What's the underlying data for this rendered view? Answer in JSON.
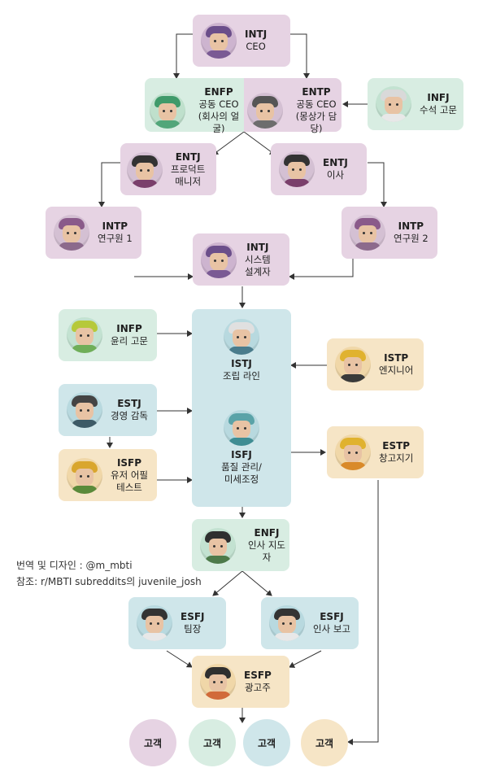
{
  "nodes": {
    "intj_ceo": {
      "type": "INTJ",
      "role": "CEO",
      "role2": ""
    },
    "enfp": {
      "type": "ENFP",
      "role": "공동 CEO",
      "role2": "(회사의 얼굴)"
    },
    "entp": {
      "type": "ENTP",
      "role": "공동 CEO",
      "role2": "(몽상가 담당)"
    },
    "infj": {
      "type": "INFJ",
      "role": "수석 고문",
      "role2": ""
    },
    "entj_pm": {
      "type": "ENTJ",
      "role": "프로덕트",
      "role2": "매니저"
    },
    "entj_dir": {
      "type": "ENTJ",
      "role": "이사",
      "role2": ""
    },
    "intp1": {
      "type": "INTP",
      "role": "연구원 1",
      "role2": ""
    },
    "intp2": {
      "type": "INTP",
      "role": "연구원 2",
      "role2": ""
    },
    "intj_arch": {
      "type": "INTJ",
      "role": "시스템",
      "role2": "설계자"
    },
    "infp": {
      "type": "INFP",
      "role": "윤리 고문",
      "role2": ""
    },
    "istj": {
      "type": "ISTJ",
      "role": "조립 라인",
      "role2": ""
    },
    "isfj": {
      "type": "ISFJ",
      "role": "품질 관리/",
      "role2": "미세조정"
    },
    "istp": {
      "type": "ISTP",
      "role": "엔지니어",
      "role2": ""
    },
    "estj": {
      "type": "ESTJ",
      "role": "경영 감독",
      "role2": ""
    },
    "isfp": {
      "type": "ISFP",
      "role": "유저 어필",
      "role2": "테스트"
    },
    "estp": {
      "type": "ESTP",
      "role": "창고지기",
      "role2": ""
    },
    "enfj": {
      "type": "ENFJ",
      "role": "인사 지도자",
      "role2": ""
    },
    "esfj_team": {
      "type": "ESFJ",
      "role": "팀장",
      "role2": ""
    },
    "esfj_hr": {
      "type": "ESFJ",
      "role": "인사 보고",
      "role2": ""
    },
    "esfp": {
      "type": "ESFP",
      "role": "광고주",
      "role2": ""
    }
  },
  "customers": {
    "c1": "고객",
    "c2": "고객",
    "c3": "고객",
    "c4": "고객"
  },
  "credits": {
    "line1": "번역 및 디자인 : @m_mbti",
    "line2": "참조:  r/MBTI subreddits의 juvenile_josh"
  },
  "colors": {
    "purple": "#e6d3e3",
    "green": "#d8ede2",
    "blue": "#cfe6ea",
    "yellow": "#f6e5c6",
    "line": "#333333"
  },
  "icons": {
    "avatar": "person-avatar-icon",
    "arrow": "arrow-head-icon"
  }
}
